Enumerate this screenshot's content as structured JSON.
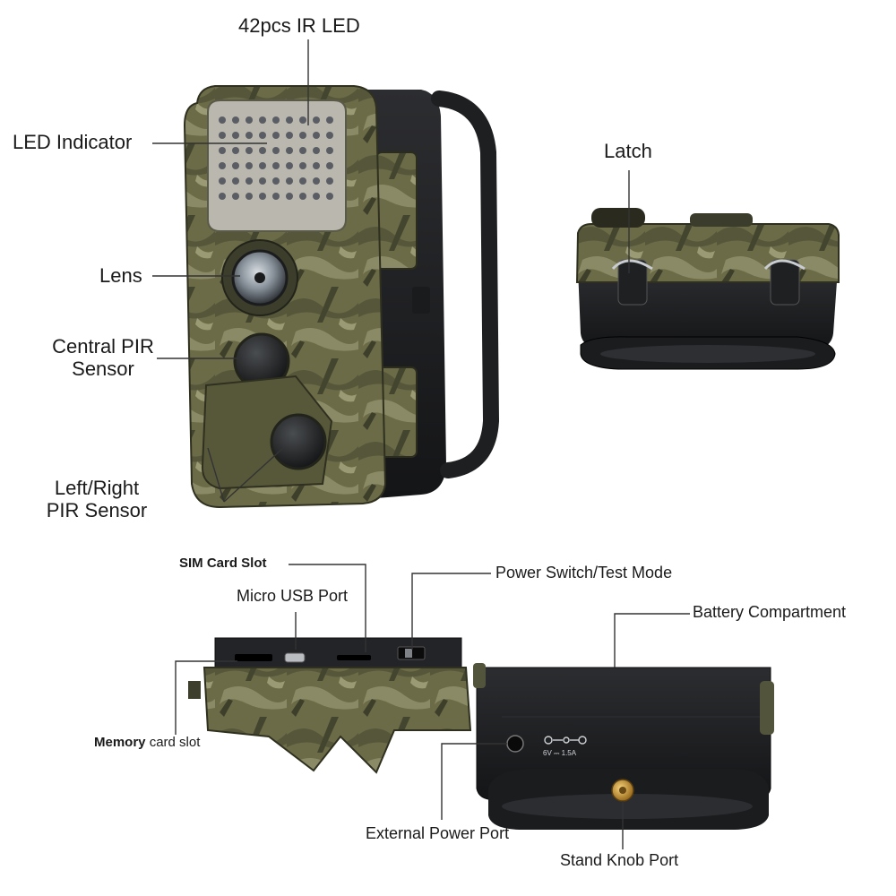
{
  "colors": {
    "camo_base": "#6b6b47",
    "camo_dark": "#3e3f2a",
    "camo_light": "#8a8a66",
    "housing_black": "#1f2022",
    "leader_line": "#333333"
  },
  "labels": {
    "ir_led": "42pcs IR LED",
    "led_indicator": "LED Indicator",
    "lens": "Lens",
    "central_pir_1": "Central PIR",
    "central_pir_2": "Sensor",
    "side_pir_1": "Left/Right",
    "side_pir_2": "PIR Sensor",
    "latch": "Latch",
    "sim_card_slot": "SIM Card Slot",
    "micro_usb_port": "Micro USB Port",
    "power_switch": "Power Switch/Test Mode",
    "battery_compartment": "Battery Compartment",
    "memory_card_bold": "Memory",
    "memory_card_rest": " card slot",
    "external_power_port": "External Power Port",
    "stand_knob_port": "Stand Knob Port",
    "power_rating": "6V ⎓ 1.5A"
  },
  "icons": {
    "dc_polarity": "dc-polarity-icon"
  }
}
